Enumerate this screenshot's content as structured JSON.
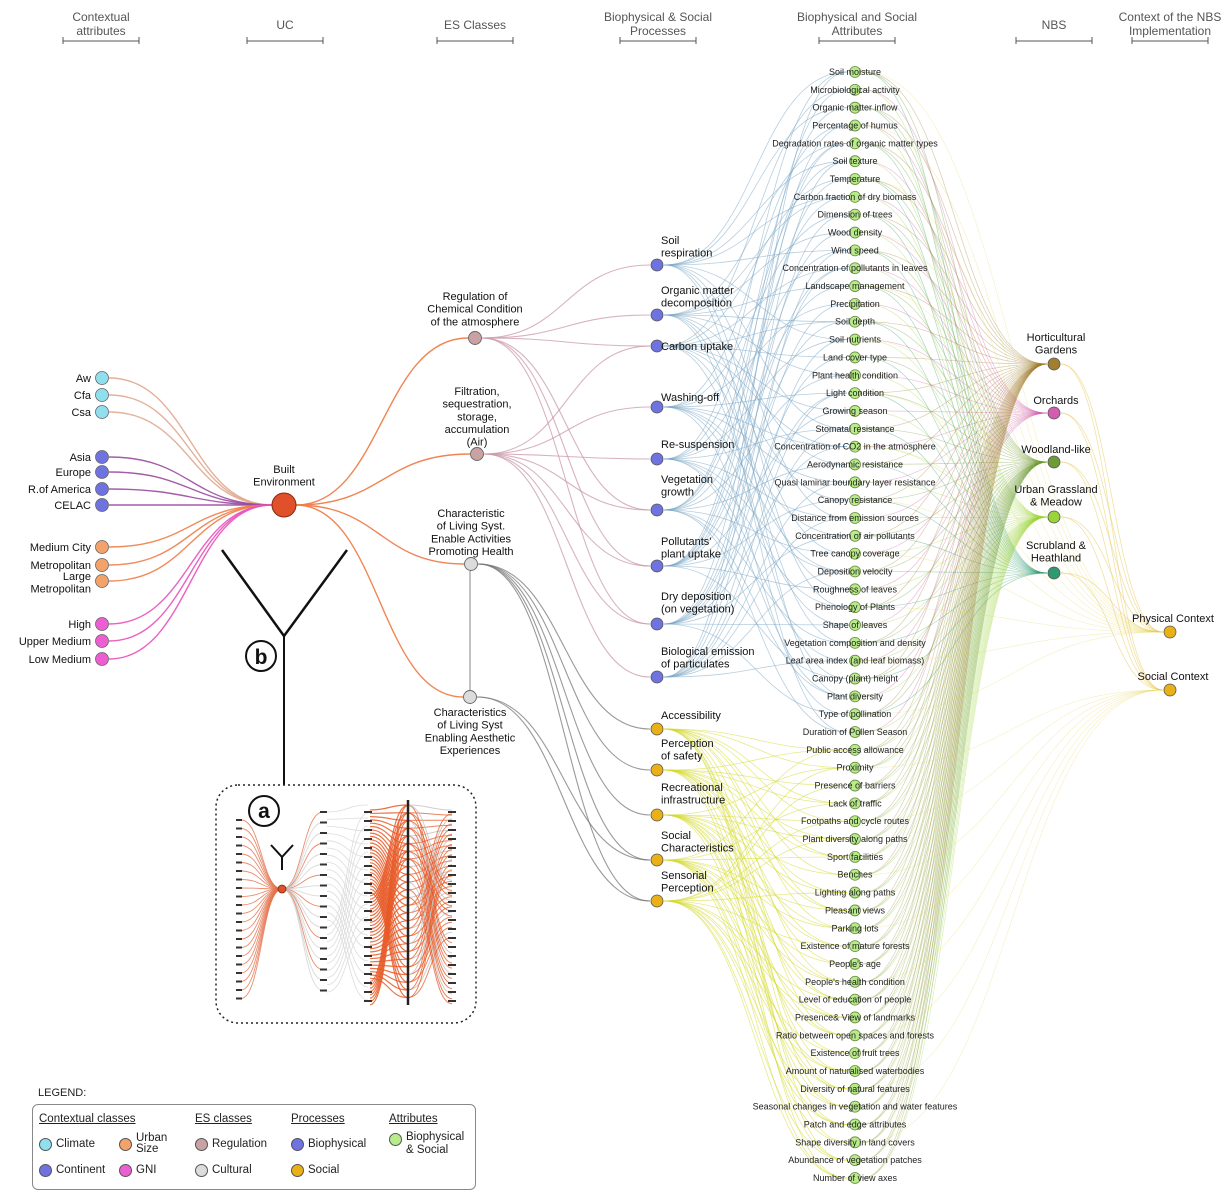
{
  "headers": [
    "Contextual attributes",
    "UC",
    "ES Classes",
    "Biophysical & Social Processes",
    "Biophysical and Social Attributes",
    "NBS",
    "Context of the NBS Implementation"
  ],
  "context_groups": [
    {
      "name": "Climate",
      "color": "#8fdfee",
      "items": [
        "Aw",
        "Cfa",
        "Csa"
      ]
    },
    {
      "name": "Continent",
      "color": "#6f73e0",
      "items": [
        "Asia",
        "Europe",
        "R.of America",
        "CELAC"
      ]
    },
    {
      "name": "Urban Size",
      "color": "#f3a36a",
      "items": [
        "Medium City",
        "Metropolitan",
        "Large Metropolitan"
      ]
    },
    {
      "name": "GNI",
      "color": "#ee5ed3",
      "items": [
        "High",
        "Upper Medium",
        "Low Medium"
      ]
    }
  ],
  "uc": {
    "label": "Built Environment",
    "color": "#e0502a"
  },
  "es_classes": [
    {
      "label": "Regulation of Chemical Condition of the atmosphere",
      "type": "Regulation"
    },
    {
      "label": "Filtration, sequestration, storage, accumulation (Air)",
      "type": "Regulation"
    },
    {
      "label": "Characteristic of Living Syst. Enable Activities Promoting Health",
      "type": "Cultural"
    },
    {
      "label": "Characteristics of Living Syst Enabling Aesthetic Experiences",
      "type": "Cultural"
    }
  ],
  "processes": [
    {
      "label": "Soil respiration",
      "type": "Biophysical"
    },
    {
      "label": "Organic matter decomposition",
      "type": "Biophysical"
    },
    {
      "label": "Carbon uptake",
      "type": "Biophysical"
    },
    {
      "label": "Washing-off",
      "type": "Biophysical"
    },
    {
      "label": "Re-suspension",
      "type": "Biophysical"
    },
    {
      "label": "Vegetation growth",
      "type": "Biophysical"
    },
    {
      "label": "Pollutants' plant uptake",
      "type": "Biophysical"
    },
    {
      "label": "Dry deposition (on vegetation)",
      "type": "Biophysical"
    },
    {
      "label": "Biological emission of particulates",
      "type": "Biophysical"
    },
    {
      "label": "Accessibility",
      "type": "Social"
    },
    {
      "label": "Perception of safety",
      "type": "Social"
    },
    {
      "label": "Recreational infrastructure",
      "type": "Social"
    },
    {
      "label": "Social Characteristics",
      "type": "Social"
    },
    {
      "label": "Sensorial Perception",
      "type": "Social"
    }
  ],
  "attributes": {
    "biophysical": [
      "Soil moisture",
      "Microbiological activity",
      "Organic matter inflow",
      "Percentage of humus",
      "Degradation rates of organic matter types",
      "Soil texture",
      "Temperature",
      "Carbon fraction of dry biomass",
      "Dimension of trees",
      "Wood density",
      "Wind speed",
      "Concentration of pollutants in leaves",
      "Landscape management",
      "Precipitation",
      "Soil depth",
      "Soil nutrients",
      "Land cover type",
      "Plant health condition",
      "Light condition",
      "Growing season",
      "Stomatal resistance",
      "Concentration of CO2 in the atmosphere",
      "Aerodynamic resistance",
      "Quasi laminar boundary layer resistance",
      "Canopy resistance",
      "Distance from emission sources",
      "Concentration of air pollutants",
      "Tree canopy coverage",
      "Deposition velocity",
      "Roughness of leaves",
      "Phenology of Plants",
      "Shape of leaves",
      "Vegetation composition and density",
      "Leaf area index (and leaf biomass)",
      "Canopy (plant) height",
      "Plant diversity",
      "Type of pollination",
      "Duration of Pollen Season"
    ],
    "social": [
      "Public access allowance",
      "Proximity",
      "Presence of barriers",
      "Lack of traffic",
      "Footpaths and cycle routes",
      "Plant diversity along paths",
      "Sport facilities",
      "Benches",
      "Lighting along paths",
      "Pleasant views",
      "Parking lots",
      "Existence of mature forests",
      "People's age",
      "People's health condition",
      "Level of education of people",
      "Presence& View of landmarks",
      "Ratio between open spaces and forests",
      "Existence of fruit trees",
      "Amount of naturalised waterbodies",
      "Diversity of natural features",
      "Seasonal changes in vegetation and water features",
      "Patch and edge attributes",
      "Shape diversity in land covers",
      "Abundance of vegetation patches",
      "Number of view axes"
    ]
  },
  "nbs": [
    {
      "label": "Horticultural Gardens",
      "color": "#a07f30"
    },
    {
      "label": "Orchards",
      "color": "#d25cb0"
    },
    {
      "label": "Woodland-like",
      "color": "#6e9a38"
    },
    {
      "label": "Urban Grassland & Meadow",
      "color": "#9ad43a"
    },
    {
      "label": "Scrubland & Heathland",
      "color": "#2f9a70"
    }
  ],
  "context_impl": [
    "Physical Context",
    "Social Context"
  ],
  "markers": {
    "a": "a",
    "b": "b"
  },
  "legend": {
    "title": "LEGEND:",
    "contextual": {
      "heading": "Contextual classes",
      "items": [
        {
          "label": "Climate",
          "color": "#8fdfee"
        },
        {
          "label": "Urban Size",
          "color": "#f3a36a"
        },
        {
          "label": "Continent",
          "color": "#6f73e0"
        },
        {
          "label": "GNI",
          "color": "#ee5ed3"
        }
      ]
    },
    "es": {
      "heading": "ES classes",
      "items": [
        {
          "label": "Regulation",
          "color": "#c9a3a3"
        },
        {
          "label": "Cultural",
          "color": "#dcdcdc"
        }
      ]
    },
    "processes": {
      "heading": "Processes",
      "items": [
        {
          "label": "Biophysical",
          "color": "#6f73e0"
        },
        {
          "label": "Social",
          "color": "#e9b018"
        }
      ]
    },
    "attributes": {
      "heading": "Attributes",
      "items": [
        {
          "label": "Biophysical & Social",
          "color": "#b8ec8a"
        }
      ]
    }
  },
  "colors": {
    "regulation": "#c9a3a3",
    "cultural": "#dcdcdc",
    "biophysical": "#6f73e0",
    "social": "#e9b018",
    "attribute": "#b8ec8a",
    "context_impl": "#e9b018"
  }
}
